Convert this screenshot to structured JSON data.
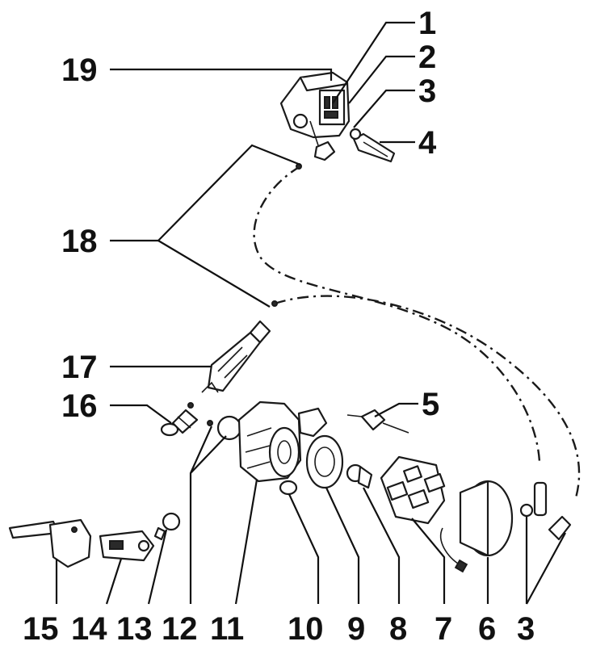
{
  "callouts": [
    {
      "id": "1",
      "text": "1"
    },
    {
      "id": "2",
      "text": "2"
    },
    {
      "id": "3a",
      "text": "3"
    },
    {
      "id": "4",
      "text": "4"
    },
    {
      "id": "19",
      "text": "19"
    },
    {
      "id": "18",
      "text": "18"
    },
    {
      "id": "17",
      "text": "17"
    },
    {
      "id": "16",
      "text": "16"
    },
    {
      "id": "5",
      "text": "5"
    },
    {
      "id": "15",
      "text": "15"
    },
    {
      "id": "14",
      "text": "14"
    },
    {
      "id": "13",
      "text": "13"
    },
    {
      "id": "12",
      "text": "12"
    },
    {
      "id": "11",
      "text": "11"
    },
    {
      "id": "10",
      "text": "10"
    },
    {
      "id": "9",
      "text": "9"
    },
    {
      "id": "8",
      "text": "8"
    },
    {
      "id": "7",
      "text": "7"
    },
    {
      "id": "6",
      "text": "6"
    },
    {
      "id": "3b",
      "text": "3"
    }
  ]
}
